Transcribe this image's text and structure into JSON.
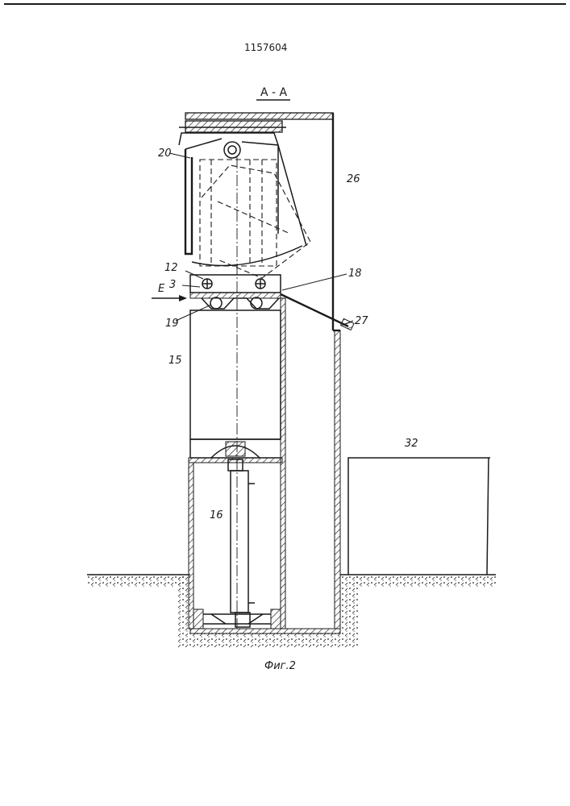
{
  "document": {
    "number": "1157604",
    "section_label": "A - A",
    "figure_caption": "Фиг.2"
  },
  "callouts": {
    "c20": "20",
    "c26": "26",
    "c12": "12",
    "c3": "3",
    "c18": "18",
    "cE": "Е",
    "c19": "19",
    "c27": "27",
    "c15": "15",
    "c32": "32",
    "c16": "16"
  }
}
